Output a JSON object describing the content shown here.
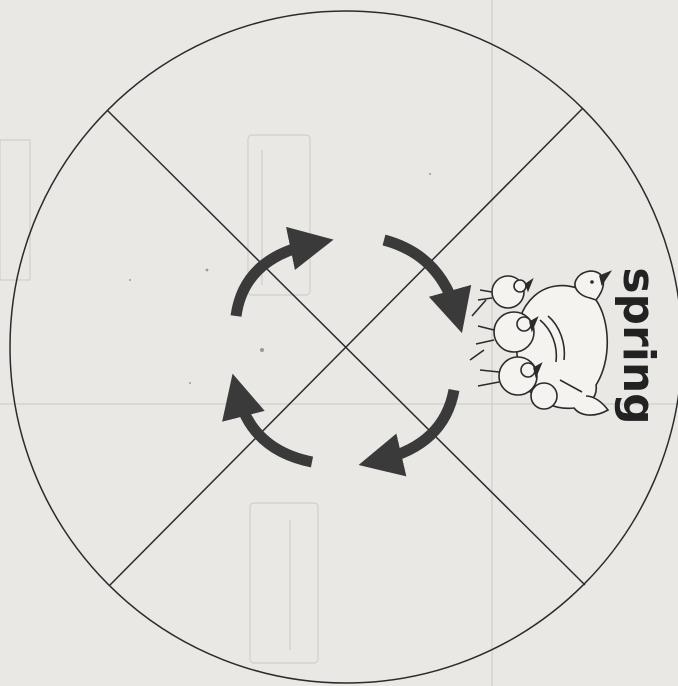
{
  "worksheet": {
    "season_label": "spring",
    "center_arrows": "cycle-arrows",
    "illustration": "hen-with-chicks",
    "colors": {
      "paper": "#e9e8e4",
      "ink": "#2b2b2b",
      "arrow": "#3a3a3a",
      "faint": "#c9c9c5"
    }
  }
}
